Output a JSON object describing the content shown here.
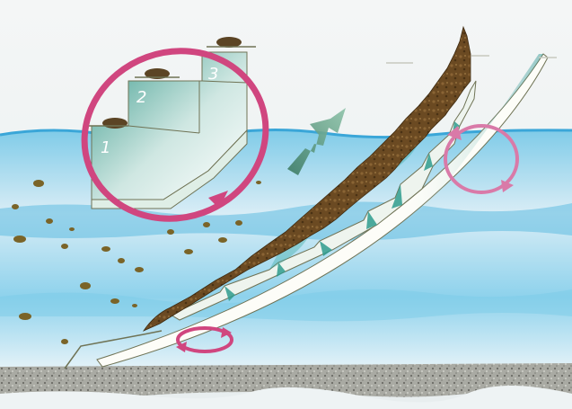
{
  "diagram": {
    "step_labels": [
      "1",
      "2",
      "3"
    ],
    "colors": {
      "sky": "#eef3f3",
      "water_light": "#dcecf4",
      "water_band": "#6ec2e4",
      "sediment": "#6b4a22",
      "ripple_wall": "#e8f0ea",
      "shadow": "#1f8f8a",
      "magenta": "#d0467f",
      "bed": "#9d9f98"
    },
    "icons": [
      "clockwise-circulation-arrow",
      "upward-migration-arrow",
      "small-circulation-arrow"
    ]
  }
}
